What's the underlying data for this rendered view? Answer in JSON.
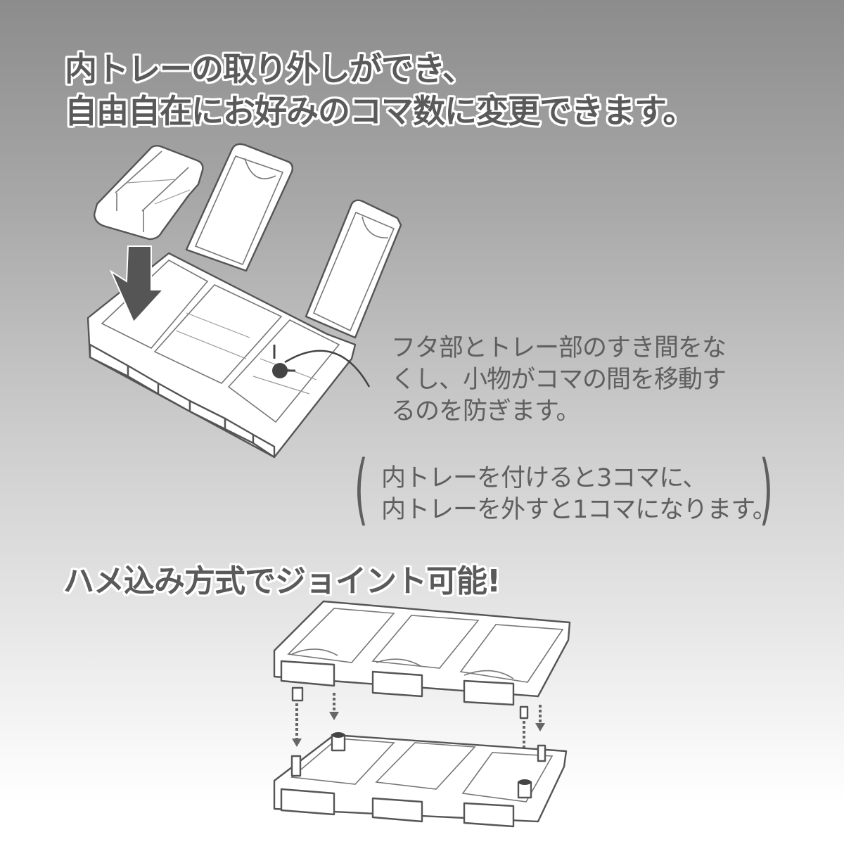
{
  "headline_top": {
    "line1": "内トレーの取り外しができ、",
    "line2": "自由自在にお好みのコマ数に変更できます。"
  },
  "callout": {
    "lines": [
      "フタ部とトレー部のすき間をな",
      "くし、小物がコマの間を移動す",
      "るのを防ぎます。"
    ]
  },
  "parenthetical": {
    "open": "(",
    "close": ")",
    "lines": [
      "内トレーを付けると3コマに、",
      "内トレーを外すと1コマになります。"
    ]
  },
  "headline_bottom": {
    "text": "ハメ込み方式でジョイント可能!"
  },
  "illustrations": {
    "top": {
      "subject": "pill-case-open-with-removable-inner-tray",
      "arrow": "down-arrow"
    },
    "bottom": {
      "subject": "two-cases-joining-via-pegs",
      "arrows": "dotted-down-arrows"
    }
  },
  "colors": {
    "heading_text": "#5a5a5a",
    "heading_outline": "#ffffff",
    "body_text": "#5f5f5f",
    "bg_top": "#8c8c8c",
    "bg_bottom": "#ffffff"
  }
}
